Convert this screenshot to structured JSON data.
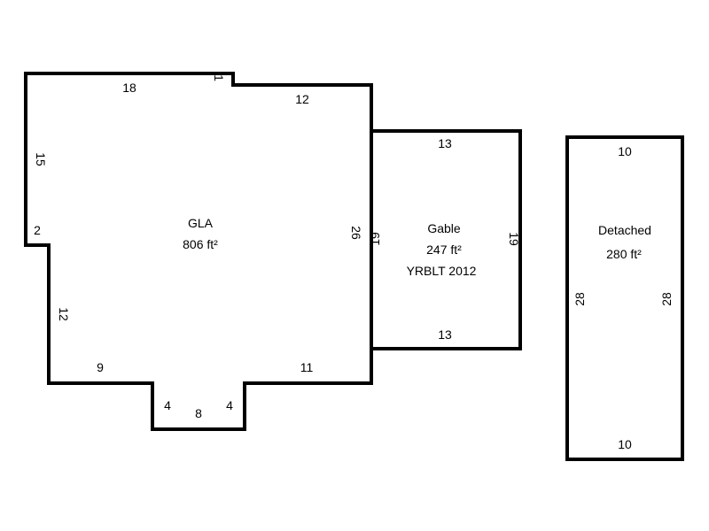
{
  "areas": {
    "gla": {
      "name": "GLA",
      "area": "806 ft²",
      "dims": {
        "top_left": "18",
        "step": "1",
        "top_right": "12",
        "left_upper": "15",
        "left_step": "2",
        "left_lower": "12",
        "right": "26",
        "bottom_left": "9",
        "bottom_right": "11",
        "bay_left": "4",
        "bay_bottom": "8",
        "bay_right": "4"
      }
    },
    "gable": {
      "name": "Gable",
      "area": "247 ft²",
      "year_built": "YRBLT 2012",
      "dims": {
        "top": "13",
        "bottom": "13",
        "left": "19",
        "right": "19"
      }
    },
    "detached": {
      "name": "Detached",
      "area": "280 ft²",
      "dims": {
        "top": "10",
        "bottom": "10",
        "left": "28",
        "right": "28"
      }
    }
  }
}
